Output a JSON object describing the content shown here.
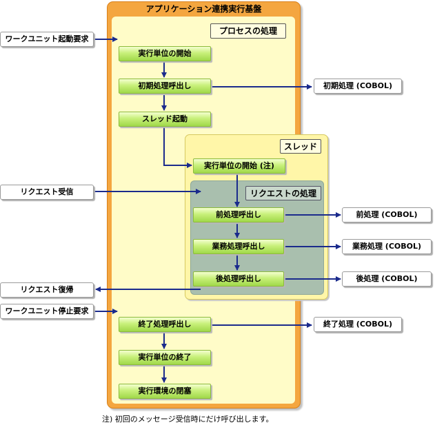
{
  "platform_title": "アプリケーション連携実行基盤",
  "process_label": "プロセスの処理",
  "thread_label": "スレッド",
  "request_label": "リクエストの処理",
  "flow": {
    "exec_start": "実行単位の開始",
    "init_call": "初期処理呼出し",
    "thread_start": "スレッド起動",
    "exec_start_note": "実行単位の開始 (注)",
    "pre_call": "前処理呼出し",
    "business_call": "業務処理呼出し",
    "post_call": "後処理呼出し",
    "end_call": "終了処理呼出し",
    "exec_end": "実行単位の終了",
    "env_close": "実行環境の閉塞"
  },
  "external": {
    "unit_start_request": "ワークユニット起動要求",
    "request_receive": "リクエスト受信",
    "request_return": "リクエスト復帰",
    "unit_stop_request": "ワークユニット停止要求"
  },
  "cobol": {
    "init": "初期処理 (COBOL)",
    "pre": "前処理 (COBOL)",
    "business": "業務処理 (COBOL)",
    "post": "後処理 (COBOL)",
    "end": "終了処理 (COBOL)"
  },
  "footnote": "注) 初回のメッセージ受信時にだけ呼び出します。",
  "colors": {
    "platform": "#f4a640",
    "platform_inner": "#fffcc8",
    "thread": "#fff6a8",
    "request": "#a9bfae",
    "process_box": "#a0d84a",
    "arrow": "#1a2a8c"
  }
}
